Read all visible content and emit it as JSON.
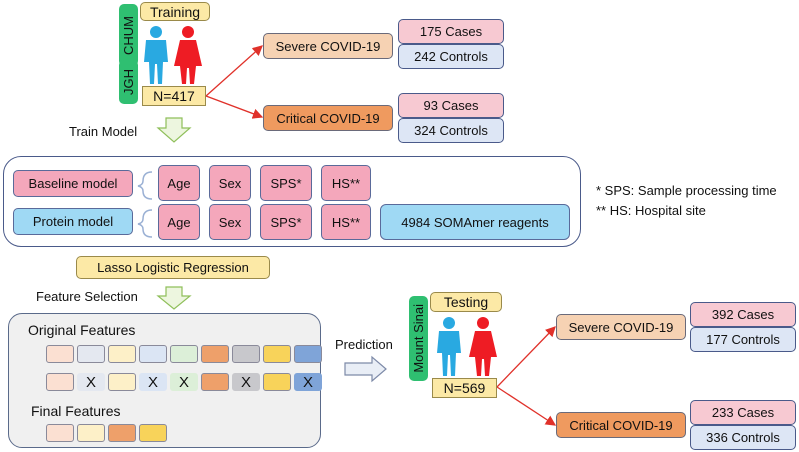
{
  "training": {
    "label": "Training",
    "sites": [
      "CHUM",
      "JGH"
    ],
    "n": "N=417",
    "severe": {
      "label": "Severe COVID-19",
      "cases": "175 Cases",
      "controls": "242 Controls"
    },
    "critical": {
      "label": "Critical COVID-19",
      "cases": "93 Cases",
      "controls": "324 Controls"
    }
  },
  "train_model": "Train Model",
  "models": {
    "baseline": {
      "label": "Baseline model",
      "features": [
        "Age",
        "Sex",
        "SPS*",
        "HS**"
      ]
    },
    "protein": {
      "label": "Protein model",
      "features": [
        "Age",
        "Sex",
        "SPS*",
        "HS**"
      ],
      "extra": "4984 SOMAmer reagents"
    }
  },
  "notes": [
    "* SPS: Sample processing time",
    "** HS: Hospital site"
  ],
  "lasso": "Lasso Logistic Regression",
  "feature_selection": "Feature Selection",
  "features_panel": {
    "original": "Original Features",
    "final": "Final Features",
    "removed_mark": "X",
    "row_colors": [
      "#fbe0d2",
      "#e4e8f0",
      "#fdf0c8",
      "#dbe5f4",
      "#dcefd8",
      "#eea06a",
      "#c8c8cc",
      "#f8d35a",
      "#7fa4d8"
    ],
    "final_colors": [
      "#fbe0d2",
      "#fdf0c8",
      "#eea06a",
      "#f8d35a"
    ]
  },
  "prediction": "Prediction",
  "testing": {
    "label": "Testing",
    "site": "Mount Sinai",
    "n": "N=569",
    "severe": {
      "label": "Severe COVID-19",
      "cases": "392 Cases",
      "controls": "177 Controls"
    },
    "critical": {
      "label": "Critical COVID-19",
      "cases": "233 Cases",
      "controls": "336 Controls"
    }
  },
  "colors": {
    "male": "#29a9e1",
    "female": "#ee1c24",
    "arrow": "#e0312a",
    "green_tag": "#2fbf71"
  }
}
